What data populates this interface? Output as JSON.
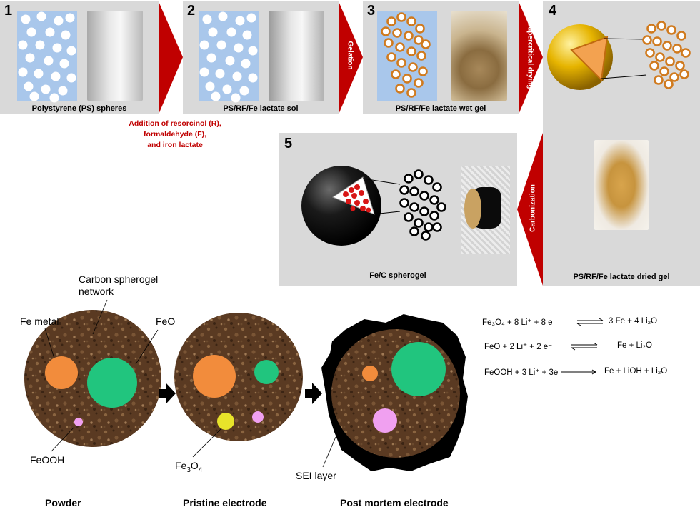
{
  "steps": [
    {
      "num": "1",
      "caption": "Polystyrene (PS) spheres"
    },
    {
      "num": "2",
      "caption": "PS/RF/Fe lactate sol"
    },
    {
      "num": "3",
      "caption": "PS/RF/Fe lactate wet gel"
    },
    {
      "num": "4",
      "caption": "PS/RF/Fe lactate dried gel"
    },
    {
      "num": "5",
      "caption": "Fe/C spherogel"
    }
  ],
  "addition_note": [
    "Addition of resorcinol (R),",
    "formaldehyde (F),",
    "and iron lactate"
  ],
  "arrows": {
    "gelation": "Gelation",
    "drying": "Supercritical drying",
    "carbonization": "Carbonization"
  },
  "labels": {
    "network": [
      "Carbon spherogel",
      "network"
    ],
    "fe_metal": "Fe metal",
    "feo": "FeO",
    "feooh": "FeOOH",
    "fe3o4_base": "Fe",
    "fe3o4_sub": "3",
    "fe3o4_tail": "O",
    "fe3o4_sub2": "4",
    "sei": "SEI layer"
  },
  "stages": [
    "Powder",
    "Pristine electrode",
    "Post mortem electrode"
  ],
  "equations": [
    {
      "left": "Fe₃O₄ + 8 Li⁺ + 8 e⁻",
      "right": "3 Fe + 4 Li₂O"
    },
    {
      "left": "FeO + 2 Li⁺ + 2 e⁻",
      "right": "Fe + Li₂O"
    },
    {
      "left": "FeOOH + 3 Li⁺ + 3e⁻",
      "right": "Fe + LiOH + Li₂O"
    }
  ],
  "colors": {
    "panel": "#d9d9d9",
    "red_arrow": "#c00000",
    "blue": "#a9c7eb",
    "soil": "#5a3a22",
    "fe_metal": "#f28c3c",
    "feo": "#21c57e",
    "feooh": "#f0a0f0",
    "fe3o4": "#e8e32a",
    "sei": "#000000"
  }
}
